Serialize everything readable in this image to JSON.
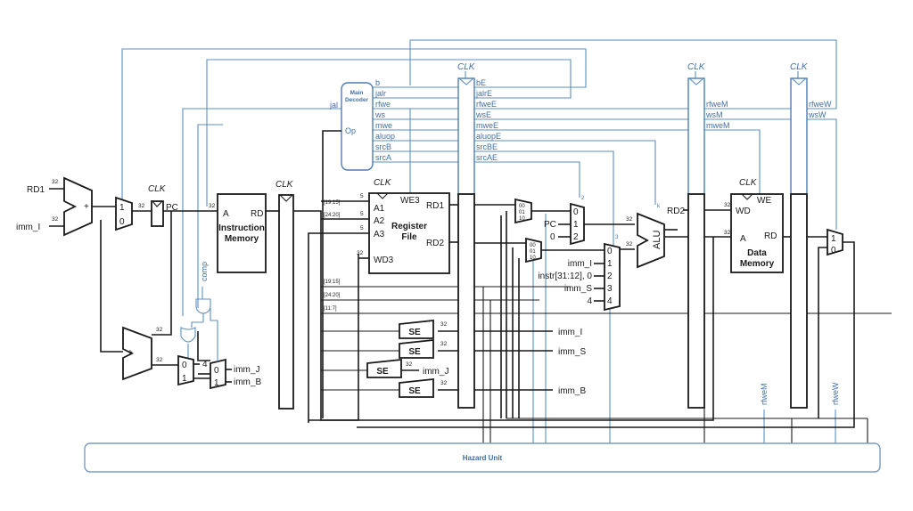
{
  "diagram": {
    "title": "Pipelined RISC-V Processor with Hazard Unit",
    "clock_label": "CLK",
    "bus_width": "32",
    "reg_addr_width": "5",
    "pc_adder": {
      "inputs": [
        "RD1",
        "imm_I"
      ],
      "op": "+"
    },
    "pc_mux": {
      "inputs": [
        "1",
        "0"
      ]
    },
    "pc_register": {
      "output": "PC"
    },
    "instruction_memory": {
      "title_line1": "Instruction",
      "title_line2": "Memory",
      "port_in": "A",
      "port_out": "RD"
    },
    "main_decoder": {
      "title_line1": "Main",
      "title_line2": "Decoder",
      "input": "Op",
      "side_input": "jal",
      "outputs": [
        "b",
        "jalr",
        "rfwe",
        "ws",
        "mwe",
        "aluop",
        "srcB",
        "srcA"
      ]
    },
    "execute_signals": [
      "bE",
      "jalrE",
      "rfweE",
      "wsE",
      "mweE",
      "aluopE",
      "srcBE",
      "srcAE"
    ],
    "memory_signals": [
      "rfweM",
      "wsM",
      "mweM"
    ],
    "writeback_signals": [
      "rfweW",
      "wsW"
    ],
    "register_file": {
      "title_line1": "Register",
      "title_line2": "File",
      "ports_in": [
        "A1",
        "A2",
        "A3",
        "WD3"
      ],
      "write_enable": "WE3",
      "ports_out": [
        "RD1",
        "RD2"
      ],
      "field_labels": [
        "[19:15]",
        "[24:20]"
      ]
    },
    "instr_fields": [
      "[19:15]",
      "[24:20]",
      "[11:7]"
    ],
    "forward_mux_inputs": [
      "00",
      "01",
      "10"
    ],
    "srcA_mux": {
      "inputs": [
        "0",
        "1",
        "2"
      ],
      "labels": [
        "",
        "PC",
        "0"
      ],
      "select_tag": "2"
    },
    "srcB_mux": {
      "inputs": [
        "0",
        "1",
        "2",
        "3",
        "4"
      ],
      "labels": [
        "",
        "imm_I",
        "instr[31:12], 0",
        "imm_S",
        "4"
      ],
      "select_tag": "3"
    },
    "alu": {
      "label": "ALU",
      "control_tag": "k"
    },
    "rd2_label": "RD2",
    "data_memory": {
      "title_line1": "Data",
      "title_line2": "Memory",
      "write_enable": "WE",
      "ports_in": [
        "WD",
        "A"
      ],
      "port_out": "RD"
    },
    "writeback_mux": {
      "inputs": [
        "1",
        "0"
      ]
    },
    "sign_extenders": [
      {
        "label": "SE",
        "output": "imm_I"
      },
      {
        "label": "SE",
        "output": "imm_S"
      },
      {
        "label": "SE",
        "output": "imm_J"
      },
      {
        "label": "SE",
        "output": "imm_B"
      }
    ],
    "branch_logic": {
      "comp_label": "comp",
      "pc_inc_mux": {
        "inputs": [
          "0",
          "1"
        ],
        "const": "4"
      },
      "imm_mux": {
        "inputs": [
          "0",
          "1"
        ],
        "labels": [
          "imm_J",
          "imm_B"
        ]
      },
      "adder_op": "+"
    },
    "hazard_unit": {
      "label": "Hazard Unit",
      "inputs": [
        "rfweM",
        "rfweW"
      ]
    }
  }
}
